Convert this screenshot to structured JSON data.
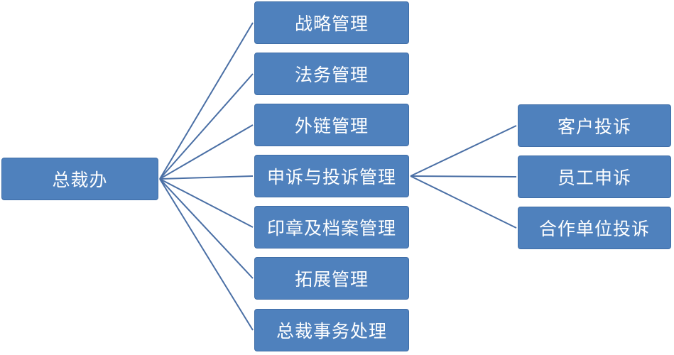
{
  "diagram": {
    "root": {
      "label": "总裁办"
    },
    "departments": [
      {
        "label": "战略管理"
      },
      {
        "label": "法务管理"
      },
      {
        "label": "外链管理"
      },
      {
        "label": "申诉与投诉管理"
      },
      {
        "label": "印章及档案管理"
      },
      {
        "label": "拓展管理"
      },
      {
        "label": "总裁事务处理"
      }
    ],
    "complaint_children": [
      {
        "label": "客户投诉"
      },
      {
        "label": "员工申诉"
      },
      {
        "label": "合作单位投诉"
      }
    ]
  },
  "colors": {
    "box_fill": "#4f81bd",
    "box_border": "#3f6da6",
    "connector": "#4a6fa5",
    "text": "#ffffff"
  }
}
